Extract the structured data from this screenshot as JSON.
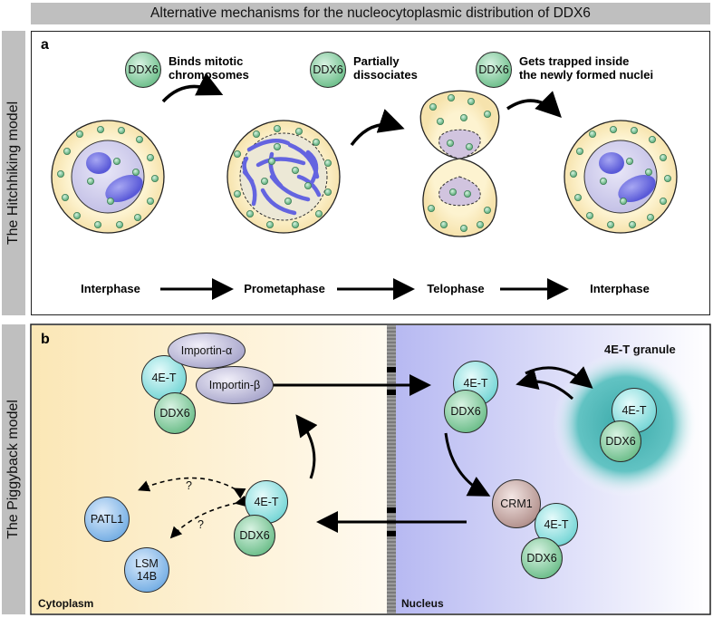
{
  "title": "Alternative mechanisms for the nucleocytoplasmic distribution of DDX6",
  "panel_a": {
    "side_label": "The Hitchhiking model",
    "letter": "a",
    "steps": [
      {
        "ball": "DDX6",
        "caption_line1": "Binds mitotic",
        "caption_line2": "chromosomes"
      },
      {
        "ball": "DDX6",
        "caption_line1": "Partially",
        "caption_line2": "dissociates"
      },
      {
        "ball": "DDX6",
        "caption_line1": "Gets trapped inside",
        "caption_line2": "the newly formed nuclei"
      }
    ],
    "phases": [
      "Interphase",
      "Prometaphase",
      "Telophase",
      "Interphase"
    ]
  },
  "panel_b": {
    "side_label": "The Piggyback model",
    "letter": "b",
    "importin_alpha": "Importin-α",
    "importin_beta": "Importin-β",
    "four_e_t": "4E-T",
    "ddx6": "DDX6",
    "patl1": "PATL1",
    "lsm14b_line1": "LSM",
    "lsm14b_line2": "14B",
    "crm1": "CRM1",
    "granule_label": "4E-T granule",
    "question": "?",
    "cytoplasm_label": "Cytoplasm",
    "nucleus_label": "Nucleus"
  },
  "colors": {
    "cytoplasm_bg": "#fdf1cf",
    "nucleus_bg": "#c7c9f5",
    "chromatin": "#6a6ae0",
    "granule": "#3fb3b3"
  }
}
